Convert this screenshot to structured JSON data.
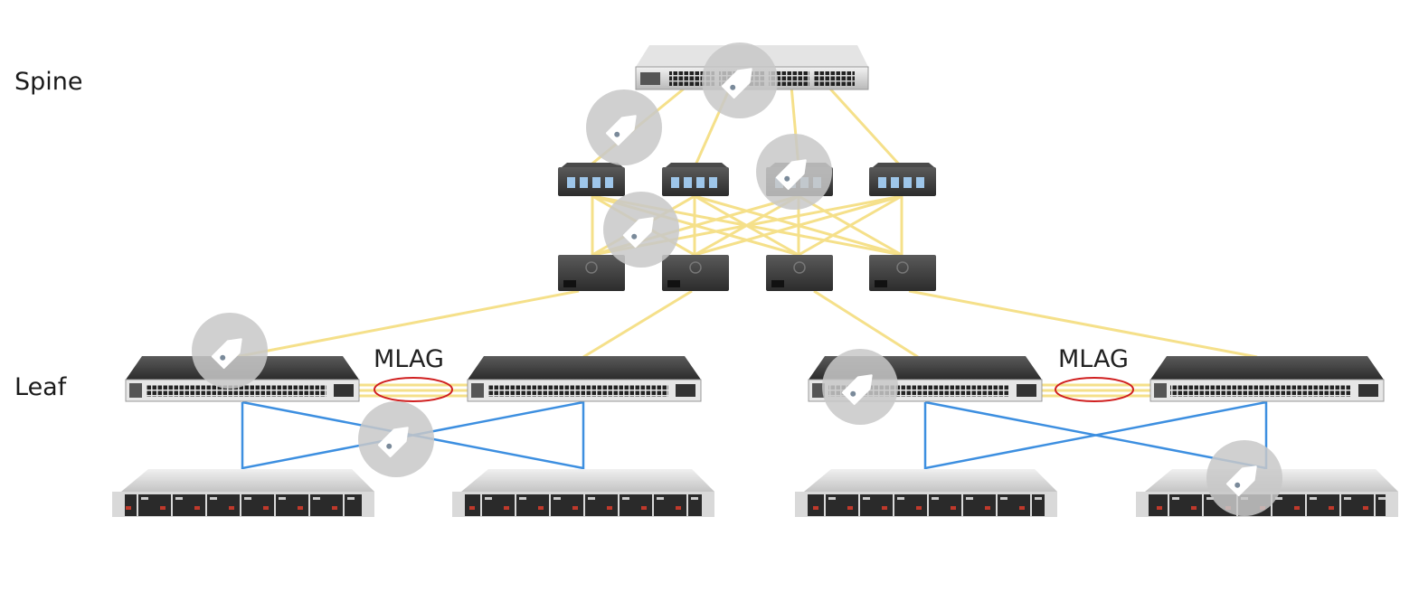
{
  "labels": {
    "spine": "Spine",
    "leaf": "Leaf",
    "mlag_left": "MLAG",
    "mlag_right": "MLAG"
  },
  "colors": {
    "uplink": "#f5e08a",
    "server_link": "#3d8fe0",
    "mlag_ring": "#d02020",
    "tag_circle": "#c8c8c8",
    "switch_body": "#3a3a3a"
  },
  "icons": {
    "tag": "price-tag-icon"
  }
}
